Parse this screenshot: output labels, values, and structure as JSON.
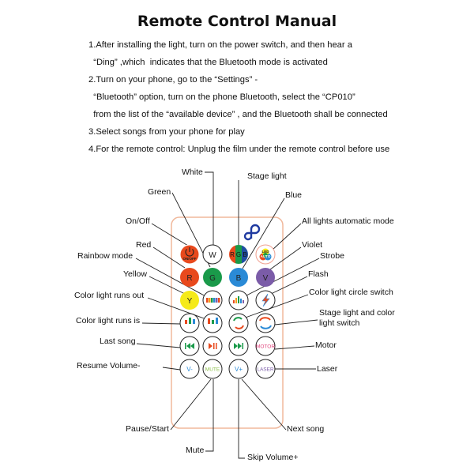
{
  "title": "Remote Control Manual",
  "steps": [
    "1.After installing the light, turn on the power switch, and then hear a",
    "  “Ding” ,which  indicates that the Bluetooth mode is activated",
    "2.Turn on your phone, go to the “Settings” -",
    "  “Bluetooth” option, turn on the phone Bluetooth, select the “CP010”",
    "  from the list of the “available device” , and the Bluetooth shall be connected",
    "3.Select songs from your phone for play",
    "4.For the remote control: Unplug the film under the remote control before use"
  ],
  "labels": {
    "white": "White",
    "stage_light": "Stage light",
    "green": "Green",
    "blue": "Blue",
    "on_off": "On/Off",
    "all_auto": "All lights automatic mode",
    "red": "Red",
    "violet": "Violet",
    "rainbow": "Rainbow mode",
    "strobe": "Strobe",
    "yellow": "Yellow",
    "flash": "Flash",
    "runs_out": "Color light runs out",
    "circle_switch": "Color light circle switch",
    "runs_is": "Color light runs is",
    "stage_color_switch_1": "Stage light and color",
    "stage_color_switch_2": "light switch",
    "last_song": "Last song",
    "motor": "Motor",
    "resume_volume": "Resume Volume-",
    "laser": "Laser",
    "pause_start": "Pause/Start",
    "next_song": "Next song",
    "mute": "Mute",
    "skip_volume": "Skip Volume+"
  },
  "buttons": {
    "on_off": "ON/OFF",
    "w": "W",
    "rgb": [
      "R",
      "G",
      "B"
    ],
    "led_auto": [
      "LED",
      "AUTO"
    ],
    "r": "R",
    "g": "G",
    "b": "B",
    "v": "V",
    "y": "Y",
    "motor": "MOTOR",
    "v_minus": "V-",
    "mute": "MUTE",
    "v_plus": "V+",
    "laser": "LASER"
  },
  "colors": {
    "red": "#e8491d",
    "green": "#1a9a4a",
    "blue": "#2a8ad6",
    "violet": "#7b5ca8",
    "yellow": "#f5ea1a",
    "remote_border": "#f0b89c",
    "logo": "#1f3aa0"
  }
}
